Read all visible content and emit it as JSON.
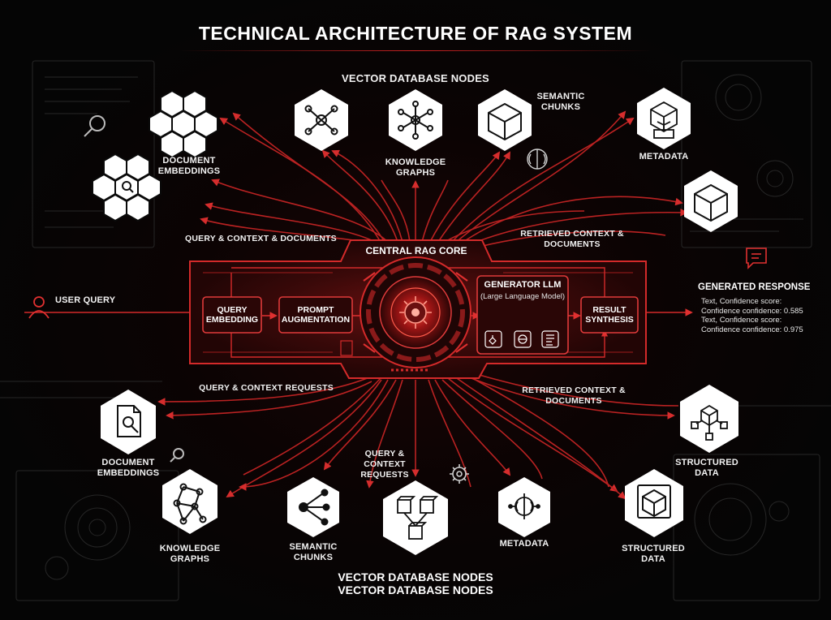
{
  "title": "TECHNICAL ARCHITECTURE OF RAG SYSTEM",
  "top_section_title": "VECTOR DATABASE NODES",
  "nodes": {
    "document_embeddings_top": "DOCUMENT EMBEDDINGS",
    "knowledge_graphs_top": "KNOWLEDGE GRAPHS",
    "semantic_chunks_top": "SEMANTIC CHUNKS",
    "metadata_top": "METADATA",
    "document_embeddings_bottom": "DOCUMENT EMBEDDINGS",
    "knowledge_graphs_bottom": "KNOWLEDGE GRAPHS",
    "semantic_chunks_bottom": "SEMANTIC CHUNKS",
    "metadata_bottom": "METADATA",
    "structured_data_right": "STRUCTURED DATA",
    "structured_data_bottom": "STRUCTURED DATA"
  },
  "flow_labels": {
    "query_context_documents": "QUERY & CONTEXT & DOCUMENTS",
    "retrieved_context_top": "RETRIEVED CONTEXT & DOCUMENTS",
    "query_context_requests_left": "QUERY & CONTEXT REQUESTS",
    "retrieved_context_bottom": "RETRIEVED CONTEXT & DOCUMENTS",
    "query_context_requests_center": "QUERY & CONTEXT REQUESTS"
  },
  "core": {
    "title": "CENTRAL RAG CORE",
    "query_embedding": "QUERY EMBEDDING",
    "prompt_augmentation": "PROMPT AUGMENTATION",
    "generator_title": "GENERATOR LLM",
    "generator_subtitle": "(Large Language Model)",
    "result_synthesis": "RESULT SYNTHESIS"
  },
  "user_query": "USER QUERY",
  "generated_response": {
    "title": "GENERATED RESPONSE",
    "lines": [
      "Text, Confidence score:",
      "Confidence confidence: 0.585",
      "Text, Confidence score:",
      "Confidence confidence: 0.975"
    ]
  },
  "bottom_titles": [
    "VECTOR DATABASE NODES",
    "VECTOR DATABASE NODES"
  ],
  "colors": {
    "accent": "#d42a2a",
    "core_fill": "#3a0808",
    "hexagon": "#ffffff",
    "background": "#060606"
  },
  "icons": [
    "honeycomb-icon",
    "network-icon",
    "cube-icon",
    "brain-icon",
    "document-search-icon",
    "user-icon",
    "chat-icon",
    "gear-icon",
    "magnifier-icon"
  ]
}
